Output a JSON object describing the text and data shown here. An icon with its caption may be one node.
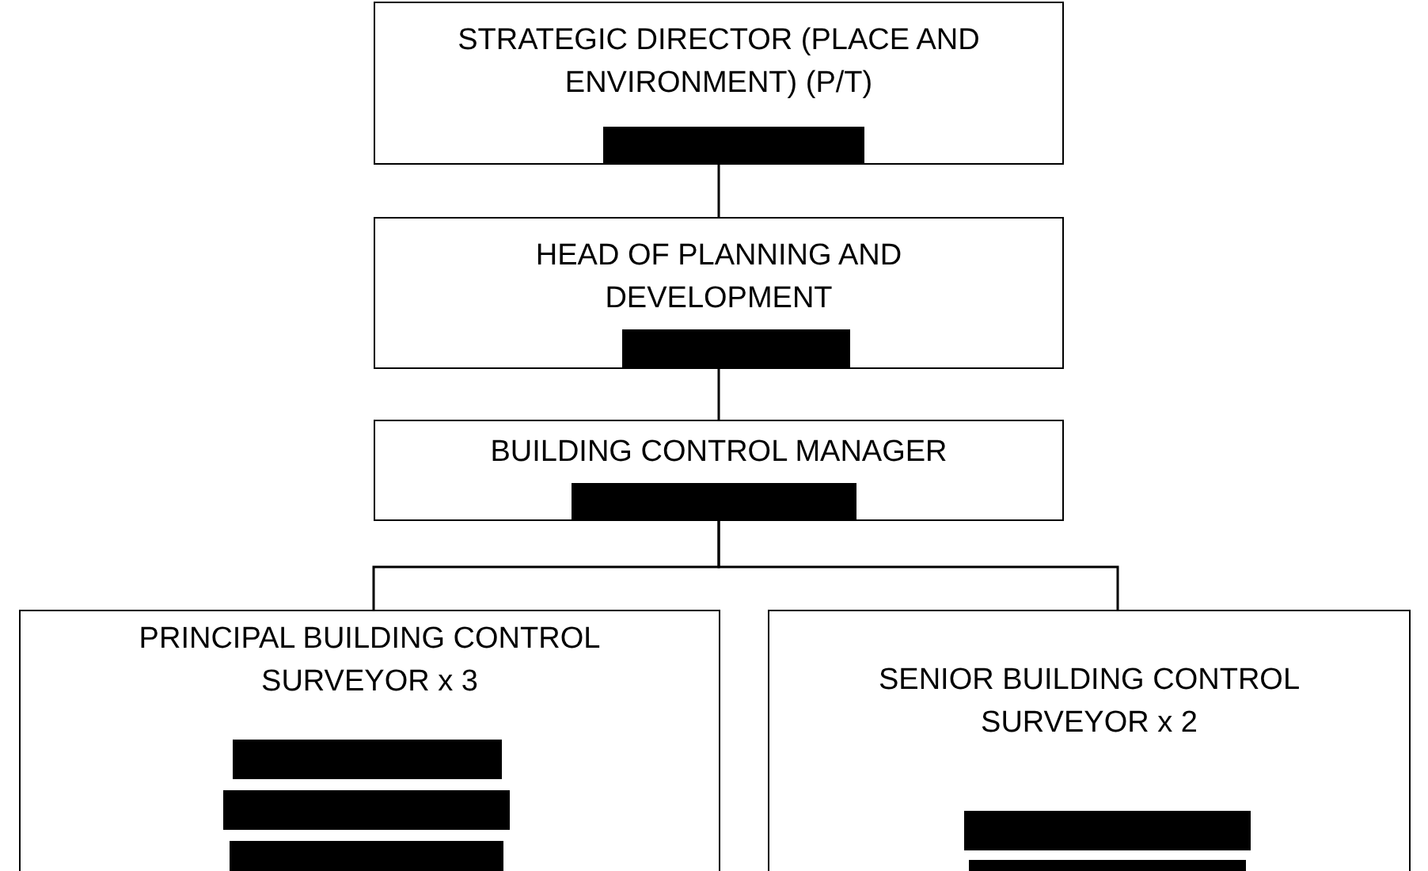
{
  "diagram": {
    "nodes": [
      {
        "text": [
          "STRATEGIC DIRECTOR (PLACE AND ENVIRONMENT) (P/T)"
        ]
      },
      {
        "text": [
          "HEAD OF PLANNING AND DEVELOPMENT"
        ]
      },
      {
        "text": [
          "BUILDING CONTROL MANAGER"
        ]
      },
      {
        "text": [
          "PRINCIPAL BUILDING CONTROL SURVEYOR x 3"
        ]
      },
      {
        "text": [
          "SENIOR BUILDING CONTROL SURVEYOR x 2"
        ]
      }
    ],
    "edges": [
      {
        "from": 0,
        "to": 1,
        "arrow": "none"
      },
      {
        "from": 1,
        "to": 2,
        "arrow": "none"
      },
      {
        "from": 2,
        "to": 3,
        "arrow": "none"
      },
      {
        "from": 2,
        "to": 4,
        "arrow": "none"
      }
    ]
  }
}
